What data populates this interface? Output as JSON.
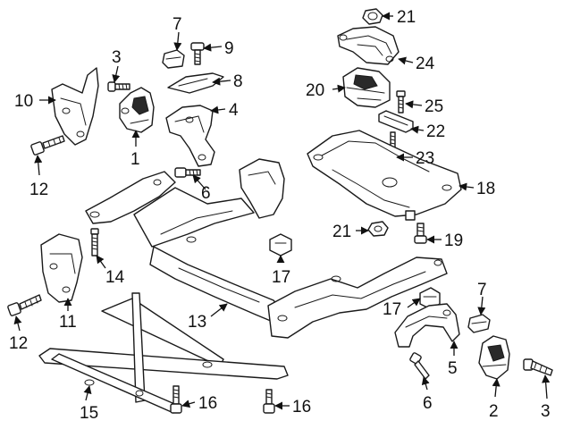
{
  "diagram": {
    "callouts": [
      {
        "id": "c21a",
        "label": "21"
      },
      {
        "id": "c7a",
        "label": "7"
      },
      {
        "id": "c9",
        "label": "9"
      },
      {
        "id": "c3a",
        "label": "3"
      },
      {
        "id": "c24",
        "label": "24"
      },
      {
        "id": "c8",
        "label": "8"
      },
      {
        "id": "c20",
        "label": "20"
      },
      {
        "id": "c10",
        "label": "10"
      },
      {
        "id": "c25",
        "label": "25"
      },
      {
        "id": "c4",
        "label": "4"
      },
      {
        "id": "c22",
        "label": "22"
      },
      {
        "id": "c1",
        "label": "1"
      },
      {
        "id": "c23",
        "label": "23"
      },
      {
        "id": "c12a",
        "label": "12"
      },
      {
        "id": "c6a",
        "label": "6"
      },
      {
        "id": "c18",
        "label": "18"
      },
      {
        "id": "c21b",
        "label": "21"
      },
      {
        "id": "c19",
        "label": "19"
      },
      {
        "id": "c14",
        "label": "14"
      },
      {
        "id": "c17a",
        "label": "17"
      },
      {
        "id": "c7b",
        "label": "7"
      },
      {
        "id": "c17b",
        "label": "17"
      },
      {
        "id": "c11",
        "label": "11"
      },
      {
        "id": "c13",
        "label": "13"
      },
      {
        "id": "c12b",
        "label": "12"
      },
      {
        "id": "c5",
        "label": "5"
      },
      {
        "id": "c6b",
        "label": "6"
      },
      {
        "id": "c16a",
        "label": "16"
      },
      {
        "id": "c16b",
        "label": "16"
      },
      {
        "id": "c15",
        "label": "15"
      },
      {
        "id": "c2",
        "label": "2"
      },
      {
        "id": "c3b",
        "label": "3"
      }
    ]
  }
}
